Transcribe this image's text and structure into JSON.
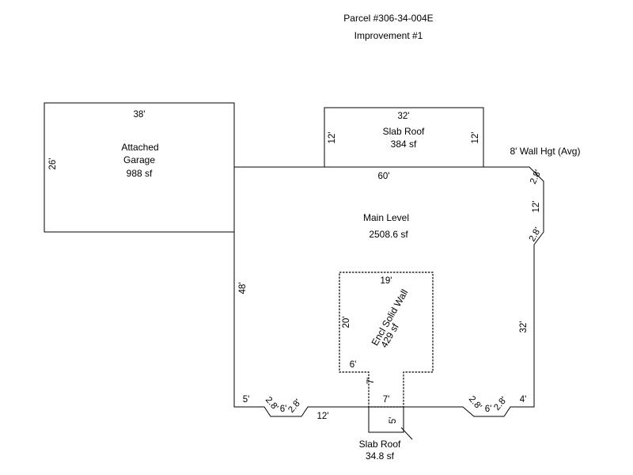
{
  "header": {
    "parcel": "Parcel #306-34-004E",
    "improvement": "Improvement #1"
  },
  "garage": {
    "name_line1": "Attached",
    "name_line2": "Garage",
    "area": "988 sf",
    "dim_width": "38'",
    "dim_depth": "26'"
  },
  "slab_roof_top": {
    "name": "Slab Roof",
    "area": "384 sf",
    "dim_width": "32'",
    "dim_left": "12'",
    "dim_right": "12'"
  },
  "main_level": {
    "name": "Main Level",
    "area": "2508.6 sf",
    "wall_height": "8' Wall Hgt (Avg)",
    "dim_top": "60'",
    "dim_left": "48'",
    "dim_right_upper": "12'",
    "dim_right_lower": "32'",
    "dim_corner_tr1": "2.8'",
    "dim_corner_tr2": "2.8'",
    "dim_bottom_left_5": "5'",
    "dim_bl_a": "2.8'",
    "dim_bl_b": "6'",
    "dim_bl_c": "2.8'",
    "dim_bottom_12": "12'",
    "dim_br_a": "2.8'",
    "dim_br_b": "6'",
    "dim_br_c": "2.8'",
    "dim_bottom_right_4": "4'"
  },
  "enclosure": {
    "name": "Encl Solid Wall",
    "area": "429 sf",
    "dim_top": "19'",
    "dim_left": "20'",
    "dim_6": "6'",
    "dim_7_side": "7'",
    "dim_7_bottom": "7'"
  },
  "slab_roof_bottom": {
    "name": "Slab Roof",
    "area": "34.8 sf",
    "dim_5": "5'"
  }
}
